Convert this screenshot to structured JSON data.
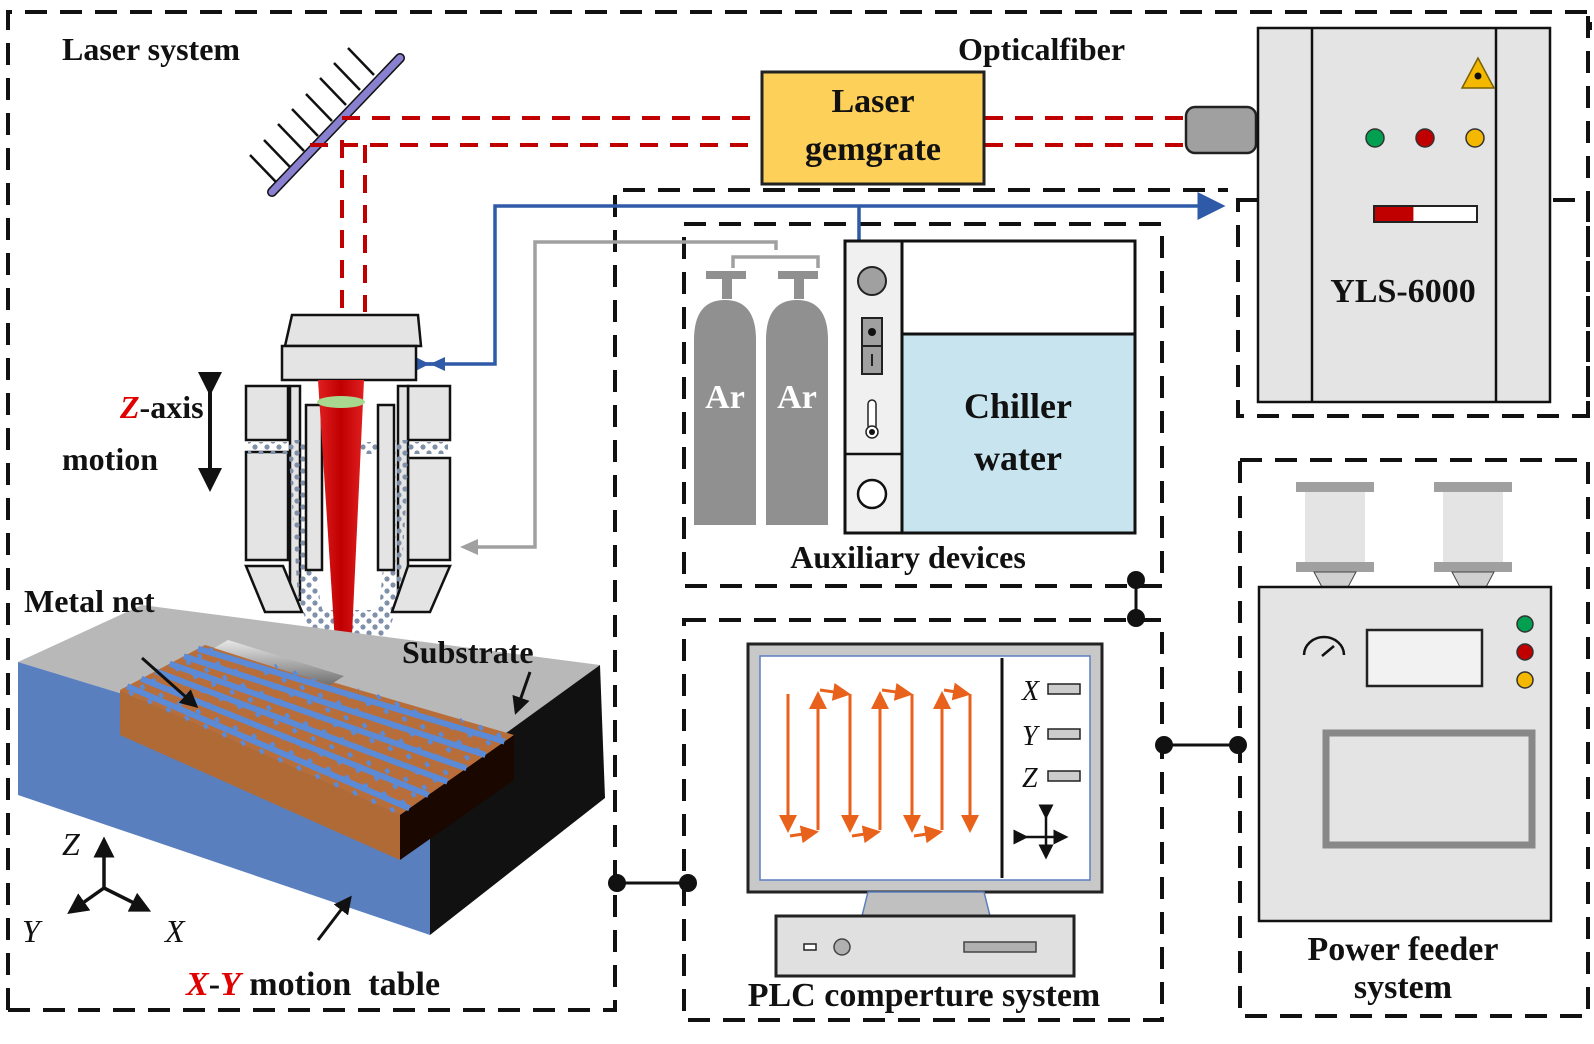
{
  "labels": {
    "laser_system": "Laser system",
    "optical_fiber": "Opticalfiber",
    "laser_gemgrate_line1": "Laser",
    "laser_gemgrate_line2": "gemgrate",
    "yls": "YLS-6000",
    "z_axis_prefix": "Z",
    "z_axis_suffix": "-axis",
    "z_axis_line2": "motion",
    "metal_net": "Metal net",
    "substrate": "Substrate",
    "xy_x": "X",
    "xy_dash": "-",
    "xy_y": "Y",
    "xy_rest": " motion  table",
    "axis_z": "Z",
    "axis_y": "Y",
    "axis_x": "X",
    "argon": "Ar",
    "chiller_line1": "Chiller",
    "chiller_line2": "water",
    "auxiliary": "Auxiliary devices",
    "plc_x": "X",
    "plc_y": "Y",
    "plc_z": "Z",
    "plc": "PLC comperture system",
    "feeder_line1": "Power feeder",
    "feeder_line2": "system"
  },
  "laser_source": {
    "indicator_lights": [
      "green",
      "red",
      "yellow"
    ],
    "power_bar_fraction": 0.38
  },
  "feeder": {
    "indicator_lights": [
      "green",
      "red",
      "yellow"
    ]
  },
  "colors": {
    "laser_beam": "#c00000",
    "signal_line": "#2e5aa8",
    "gas_line": "#a0a0a0",
    "gemgrate_fill": "#fdd05a",
    "chiller_water": "#c8e4ef",
    "path_arrows": "#e8621c",
    "net_wire": "#5b8ad6",
    "substrate": "#b86e3a",
    "table_side": "#5a7fbf",
    "green": "#00a050",
    "red": "#c00000",
    "yellow": "#f5b800"
  }
}
